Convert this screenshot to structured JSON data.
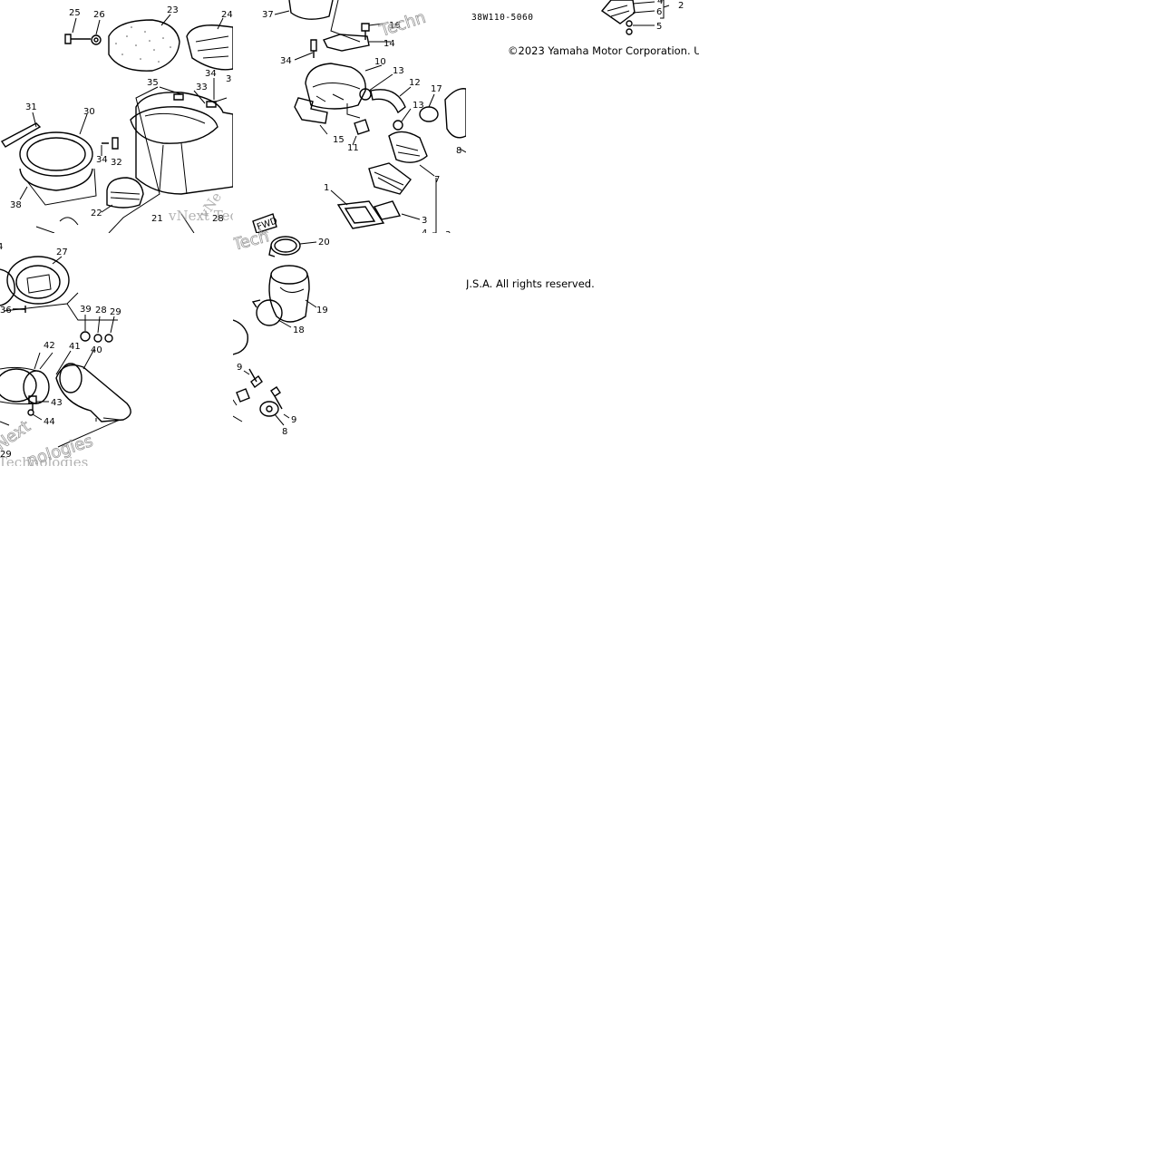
{
  "copyright": {
    "line1": "©2023 Yamaha Motor Corporation. U",
    "line2": "J.S.A. All rights reserved."
  },
  "watermarks": {
    "techn": "Techn",
    "vnext_tech": "vNext Tec",
    "nologies": "nologies",
    "next": "Next",
    "technologies": "Technologies",
    "tech": "Tech"
  },
  "diagram_code": "38W110-5060",
  "tiles": {
    "top_left": [
      "25",
      "26",
      "23",
      "24",
      "35",
      "33",
      "34",
      "3",
      "31",
      "30",
      "34",
      "32",
      "38",
      "22",
      "21",
      "28"
    ],
    "top_middle": [
      "37",
      "34",
      "10",
      "16",
      "14",
      "13",
      "12",
      "13",
      "17",
      "15",
      "11",
      "8",
      "1",
      "7",
      "3",
      "4",
      "3"
    ],
    "top_right": [
      "4",
      "2",
      "6",
      "5"
    ],
    "bottom_left": [
      "27",
      "4",
      "36",
      "39",
      "28",
      "29",
      "42",
      "41",
      "40",
      "43",
      "44",
      "29"
    ],
    "bottom_middle": [
      "20",
      "19",
      "18",
      "9",
      "9",
      "8"
    ]
  }
}
